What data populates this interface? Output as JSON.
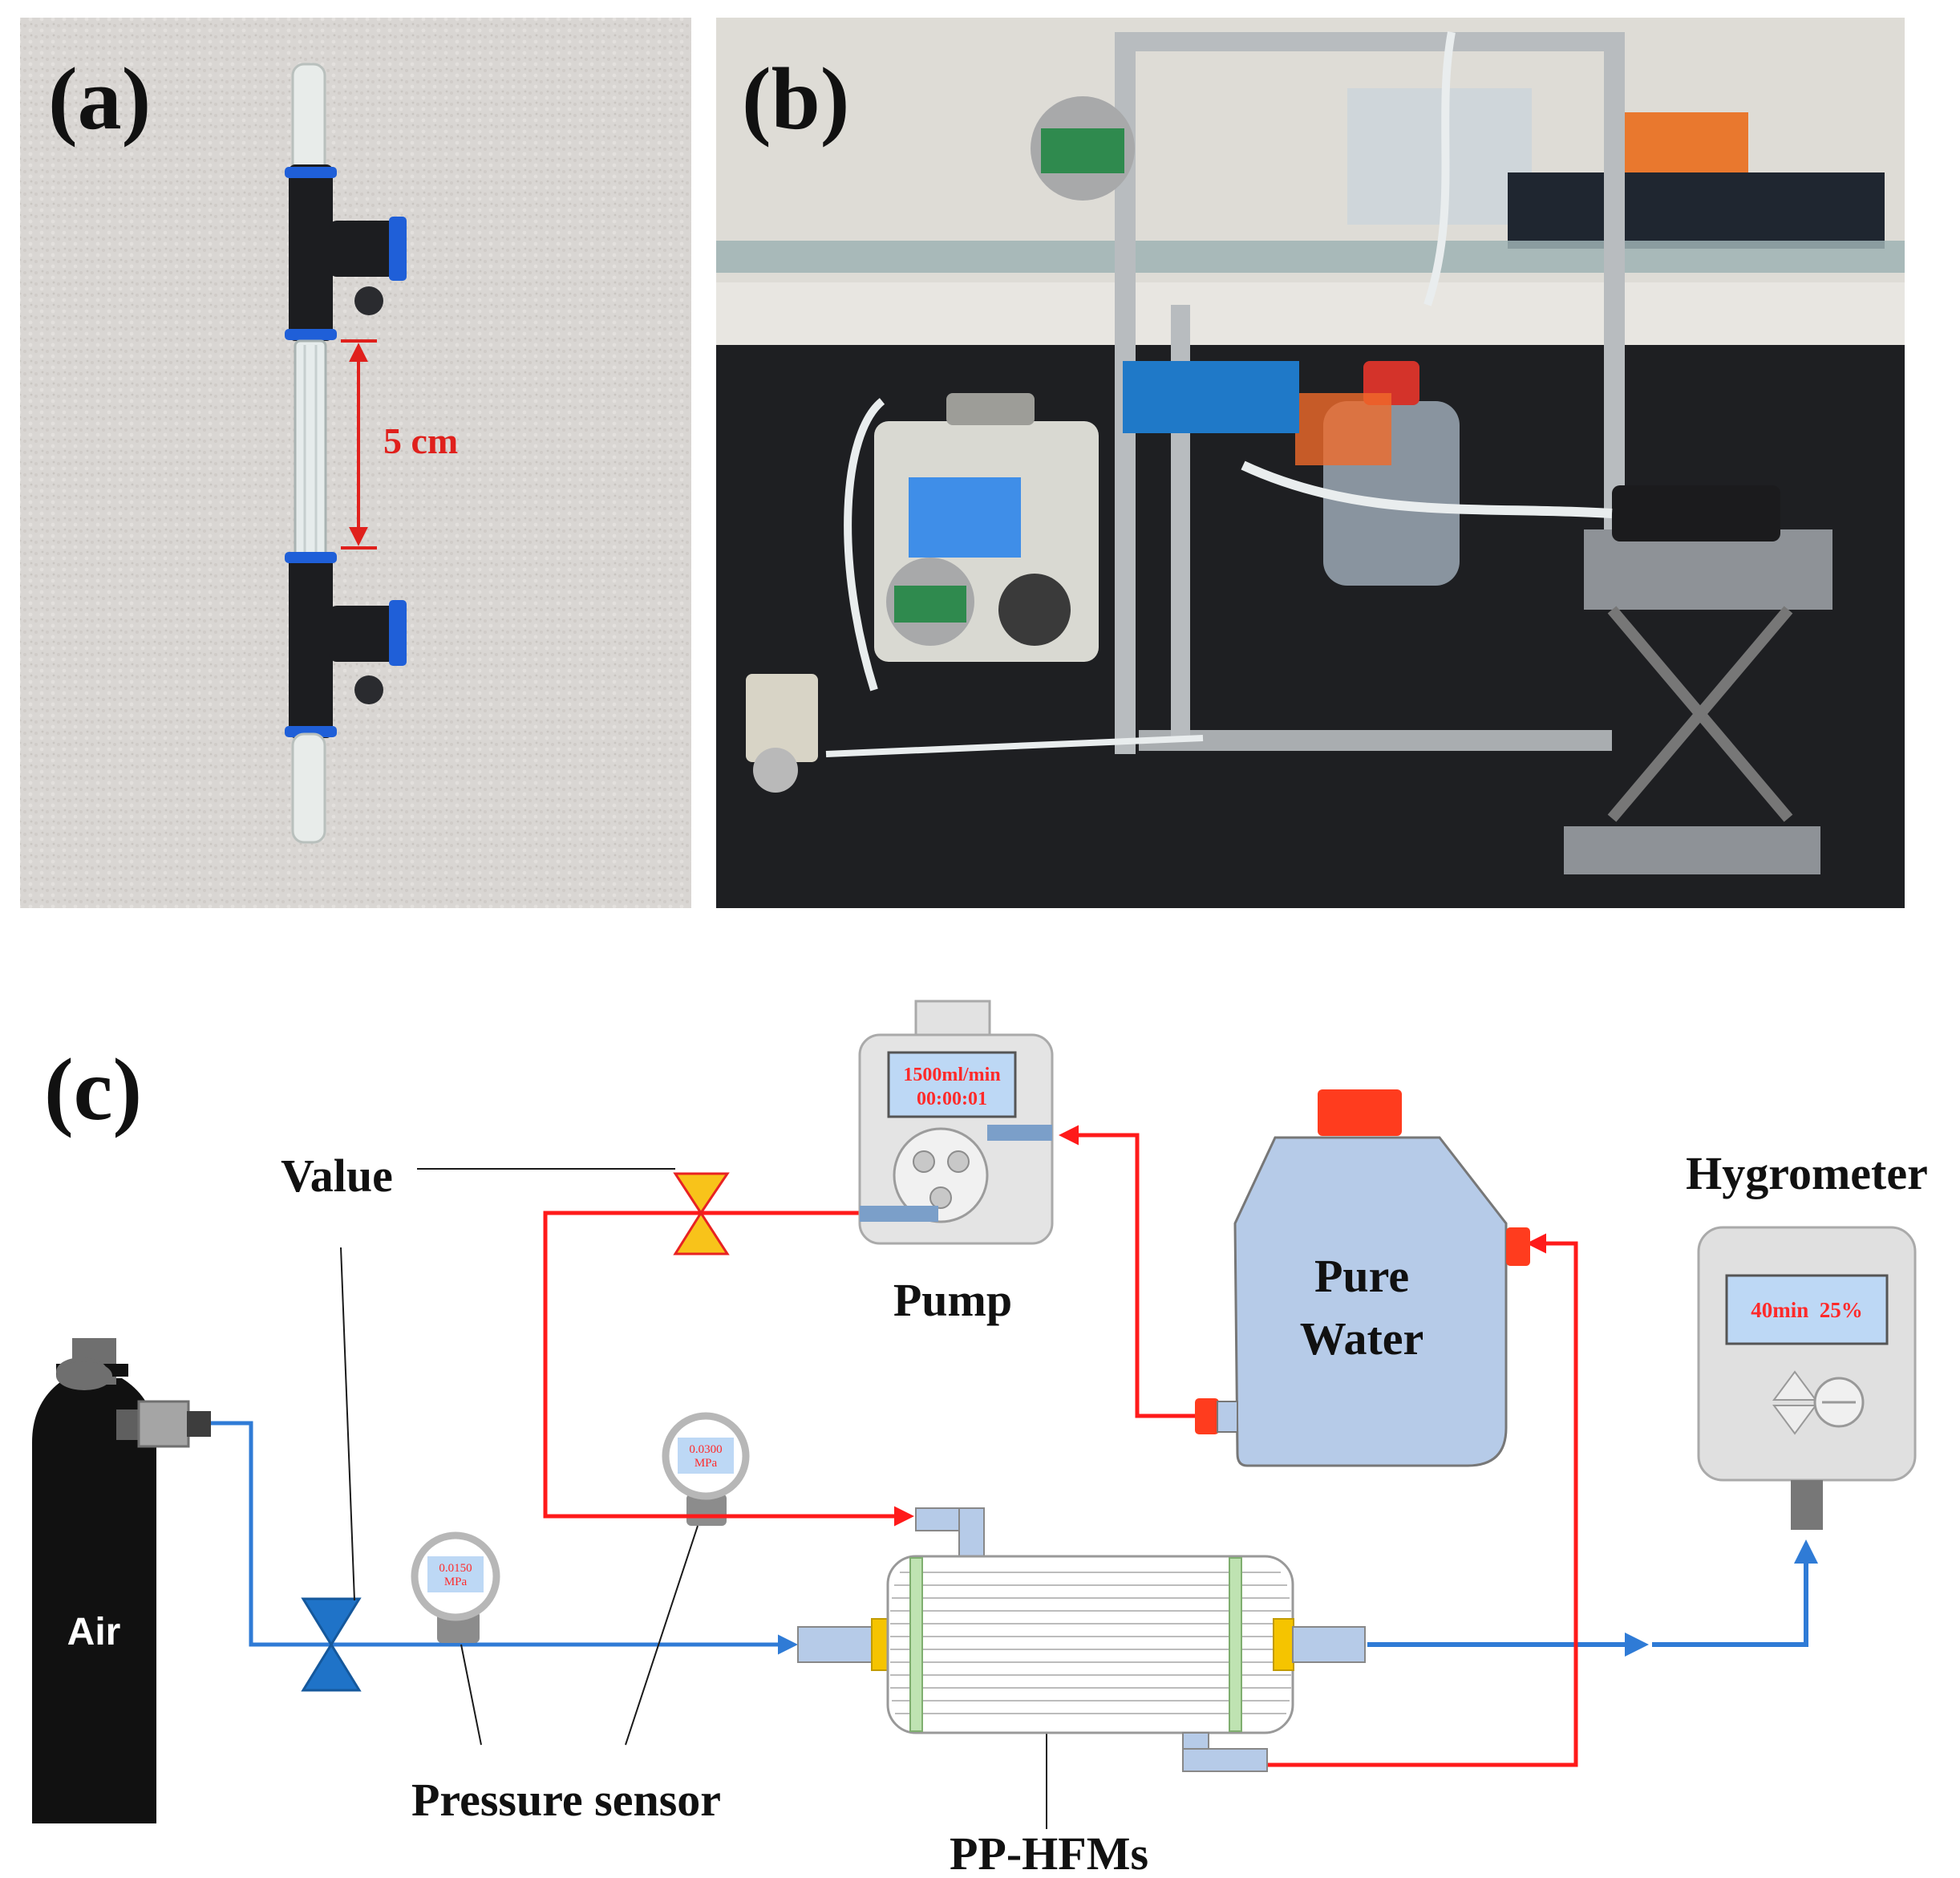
{
  "panels": {
    "a": {
      "label": "(a)",
      "dimension": "5 cm"
    },
    "b": {
      "label": "(b)"
    },
    "c": {
      "label": "(c)"
    }
  },
  "schematic": {
    "air_cylinder": "Air",
    "valve": "Value",
    "pressure_sensor": "Pressure sensor",
    "gauge_1": {
      "value": "0.0150",
      "unit": "MPa"
    },
    "gauge_2": {
      "value": "0.0300",
      "unit": "MPa"
    },
    "pump": {
      "label": "Pump",
      "flow": "1500ml/min",
      "time": "00:00:01"
    },
    "reservoir": {
      "line1": "Pure",
      "line2": "Water"
    },
    "module": "PP-HFMs",
    "hygrometer": {
      "label": "Hygrometer",
      "reading": "40min  25%"
    }
  },
  "colors": {
    "air_line": "#2f7bd6",
    "water_line": "#ff1a1a",
    "valve_air": "#1f73c8",
    "valve_water": "#f8c31a",
    "cap": "#ff3c1e",
    "bottle": "#b6cbe8",
    "lcd_bg": "#bdd8f5",
    "annotation_red": "#e0201c"
  }
}
